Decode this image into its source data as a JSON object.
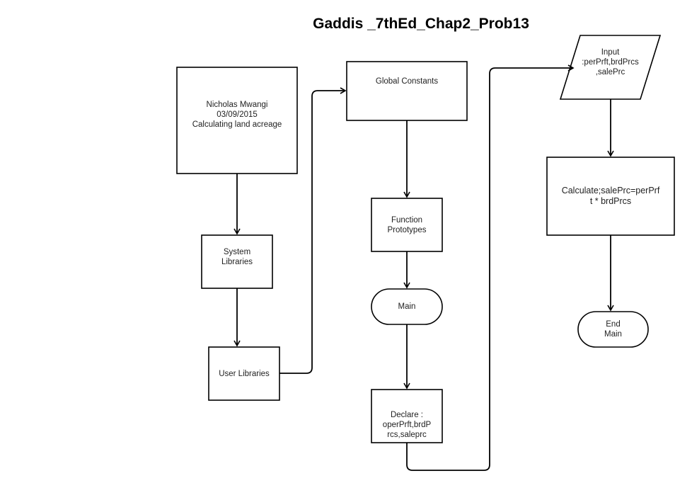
{
  "title": "Gaddis _7thEd_Chap2_Prob13",
  "nodes": {
    "header": "Nicholas Mwangi\n03/09/2015\nCalculating land acreage",
    "system_libraries": "System\nLibraries",
    "user_libraries": "User Libraries",
    "global_constants": "Global Constants",
    "function_prototypes": "Function\nPrototypes",
    "main": "Main",
    "declare": "Declare :\noperPrft,brdP\nrcs,saleprc",
    "input": "Input\n:perPrft,brdPrcs\n,salePrc",
    "calculate": "Calculate;salePrc=perPrf\nt * brdPrcs",
    "end_main": "End\nMain"
  },
  "colors": {
    "stroke": "#000000",
    "fill": "#ffffff",
    "text": "#222222"
  }
}
